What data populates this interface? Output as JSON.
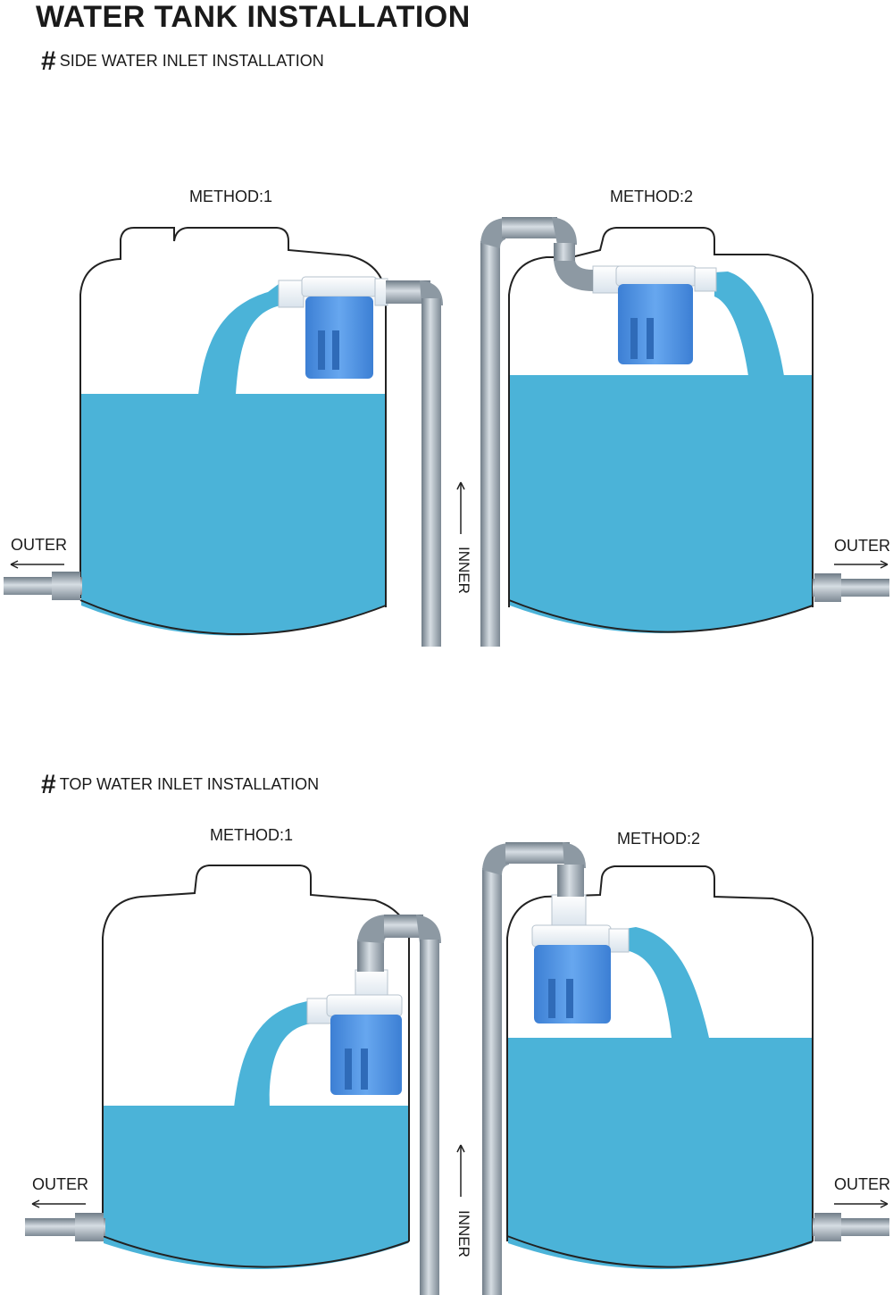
{
  "title": "WATER TANK INSTALLATION",
  "sections": {
    "side": {
      "hash": "#",
      "heading": "SIDE WATER INLET INSTALLATION",
      "method1": "METHOD:1",
      "method2": "METHOD:2",
      "outer_left": "OUTER",
      "outer_right": "OUTER",
      "inner": "INNER"
    },
    "top": {
      "hash": "#",
      "heading": "TOP WATER INLET INSTALLATION",
      "method1": "METHOD:1",
      "method2": "METHOD:2",
      "outer_left": "OUTER",
      "outer_right": "OUTER",
      "inner": "INNER"
    }
  },
  "colors": {
    "water": "#4bb3d8",
    "valve": "#4f92e0",
    "pipe": "#9aa5ae",
    "outline": "#222222"
  }
}
